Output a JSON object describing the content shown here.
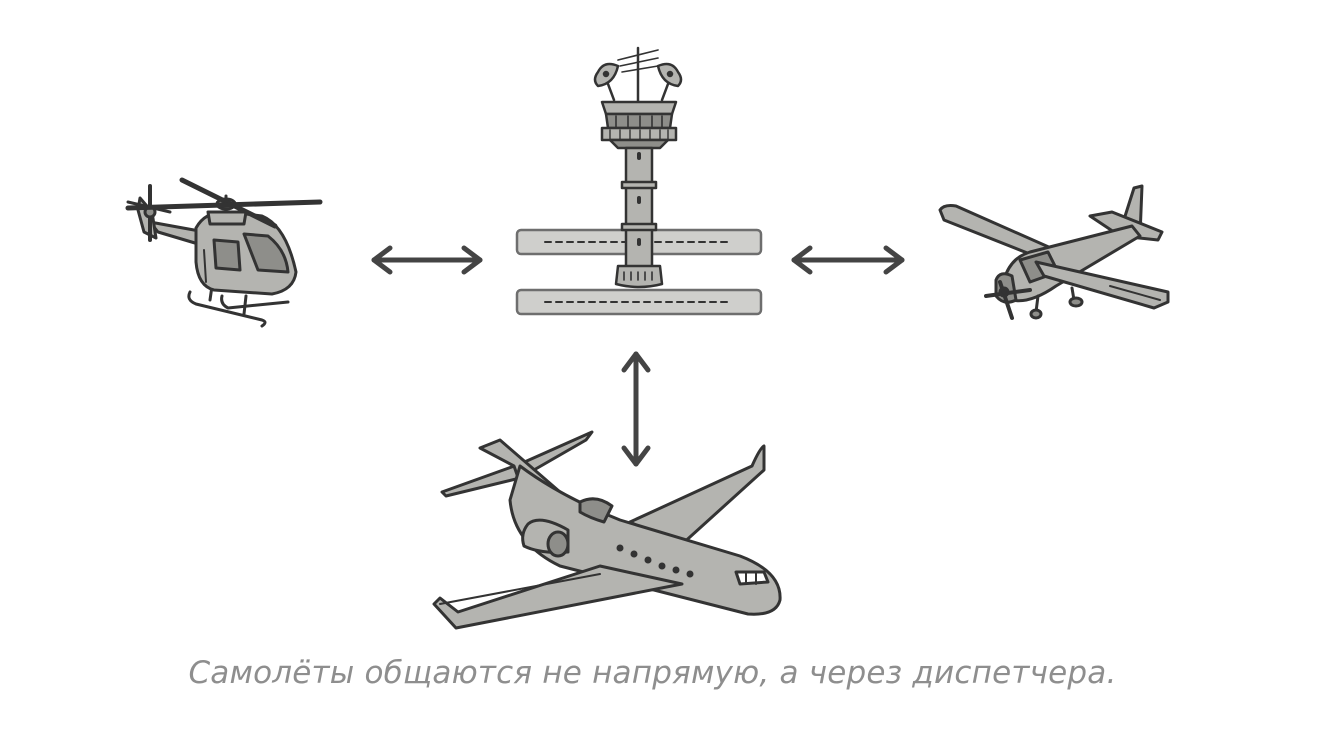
{
  "caption": "Самолёты общаются не напрямую, а через диспетчера.",
  "nodes": {
    "center": "control-tower",
    "peers": [
      "helicopter",
      "light-aircraft",
      "passenger-jet"
    ]
  },
  "connections": [
    {
      "from": "helicopter",
      "to": "control-tower",
      "direction": "bidirectional"
    },
    {
      "from": "light-aircraft",
      "to": "control-tower",
      "direction": "bidirectional"
    },
    {
      "from": "passenger-jet",
      "to": "control-tower",
      "direction": "bidirectional"
    }
  ],
  "colors": {
    "fill": "#b4b4b0",
    "fill_dark": "#8e8e8a",
    "stroke": "#333333",
    "arrow": "#444444",
    "caption": "#8e8e8e"
  }
}
